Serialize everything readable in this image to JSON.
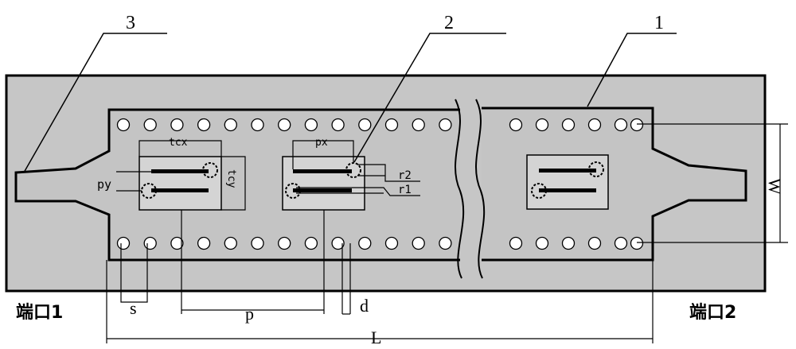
{
  "diagram": {
    "callouts": {
      "c1": "1",
      "c2": "2",
      "c3": "3"
    },
    "dims": {
      "tcx": "tcx",
      "tcy": "tcy",
      "px": "px",
      "py": "py",
      "r1": "r1",
      "r2": "r2",
      "s": "s",
      "p": "p",
      "d": "d",
      "L": "L",
      "W": "W"
    },
    "ports": {
      "port1": "端口1",
      "port2": "端口2"
    },
    "colors": {
      "substrate": "#c8c8c8",
      "metal": "#c0c0c0",
      "slot_fill": "#d3d3d3",
      "outline": "#000000",
      "via_fill": "#ffffff"
    }
  }
}
